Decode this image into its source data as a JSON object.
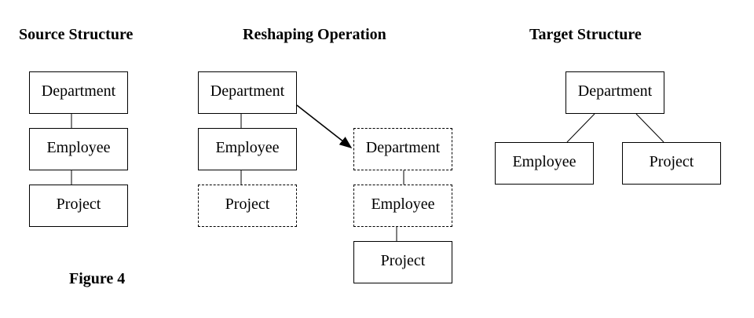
{
  "headings": {
    "source": "Source Structure",
    "reshaping": "Reshaping Operation",
    "target": "Target Structure"
  },
  "figure_label": "Figure 4",
  "source_structure": {
    "department": "Department",
    "employee": "Employee",
    "project": "Project"
  },
  "reshaping_operation": {
    "left": {
      "department": "Department",
      "employee": "Employee",
      "project": "Project"
    },
    "right": {
      "department": "Department",
      "employee": "Employee",
      "project": "Project"
    }
  },
  "target_structure": {
    "department": "Department",
    "employee": "Employee",
    "project": "Project"
  }
}
